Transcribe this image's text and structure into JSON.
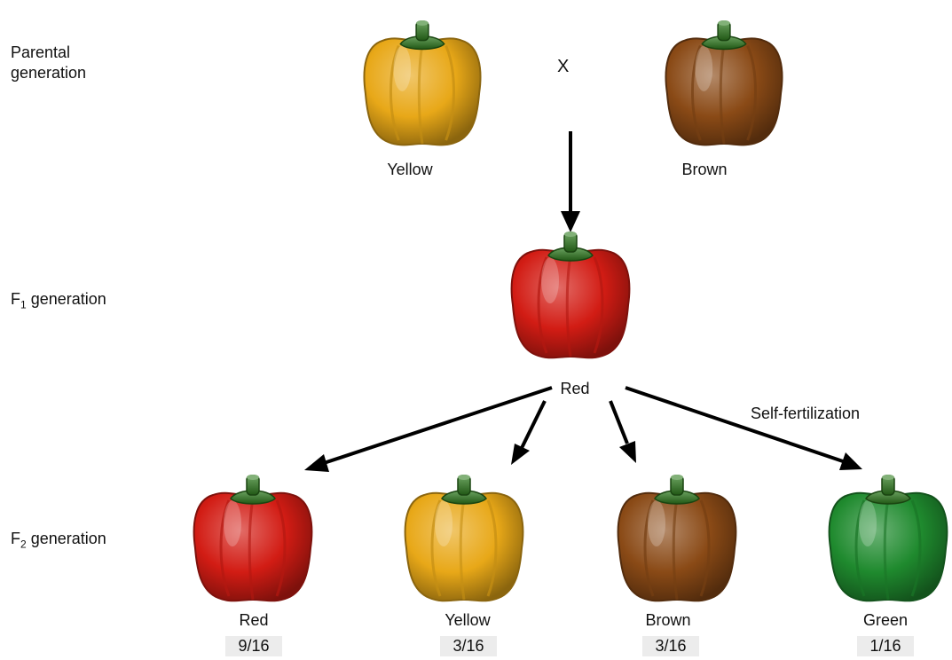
{
  "rows": {
    "parental": [
      "Parental",
      "generation"
    ],
    "f1": {
      "base": "F",
      "sub": "1",
      "rest": " generation"
    },
    "f2": {
      "base": "F",
      "sub": "2",
      "rest": " generation"
    }
  },
  "cross_symbol": "X",
  "self_fertilization": "Self-fertilization",
  "parents": [
    {
      "label": "Yellow",
      "color": "#e8a818"
    },
    {
      "label": "Brown",
      "color": "#8a4a16"
    }
  ],
  "f1": {
    "label": "Red",
    "color": "#d21c14"
  },
  "f2": [
    {
      "label": "Red",
      "ratio": "9/16",
      "color": "#d21c14"
    },
    {
      "label": "Yellow",
      "ratio": "3/16",
      "color": "#e8a818"
    },
    {
      "label": "Brown",
      "ratio": "3/16",
      "color": "#8a4a16"
    },
    {
      "label": "Green",
      "ratio": "1/16",
      "color": "#1f8a2e"
    }
  ],
  "stem_color": "#2f7d1e"
}
